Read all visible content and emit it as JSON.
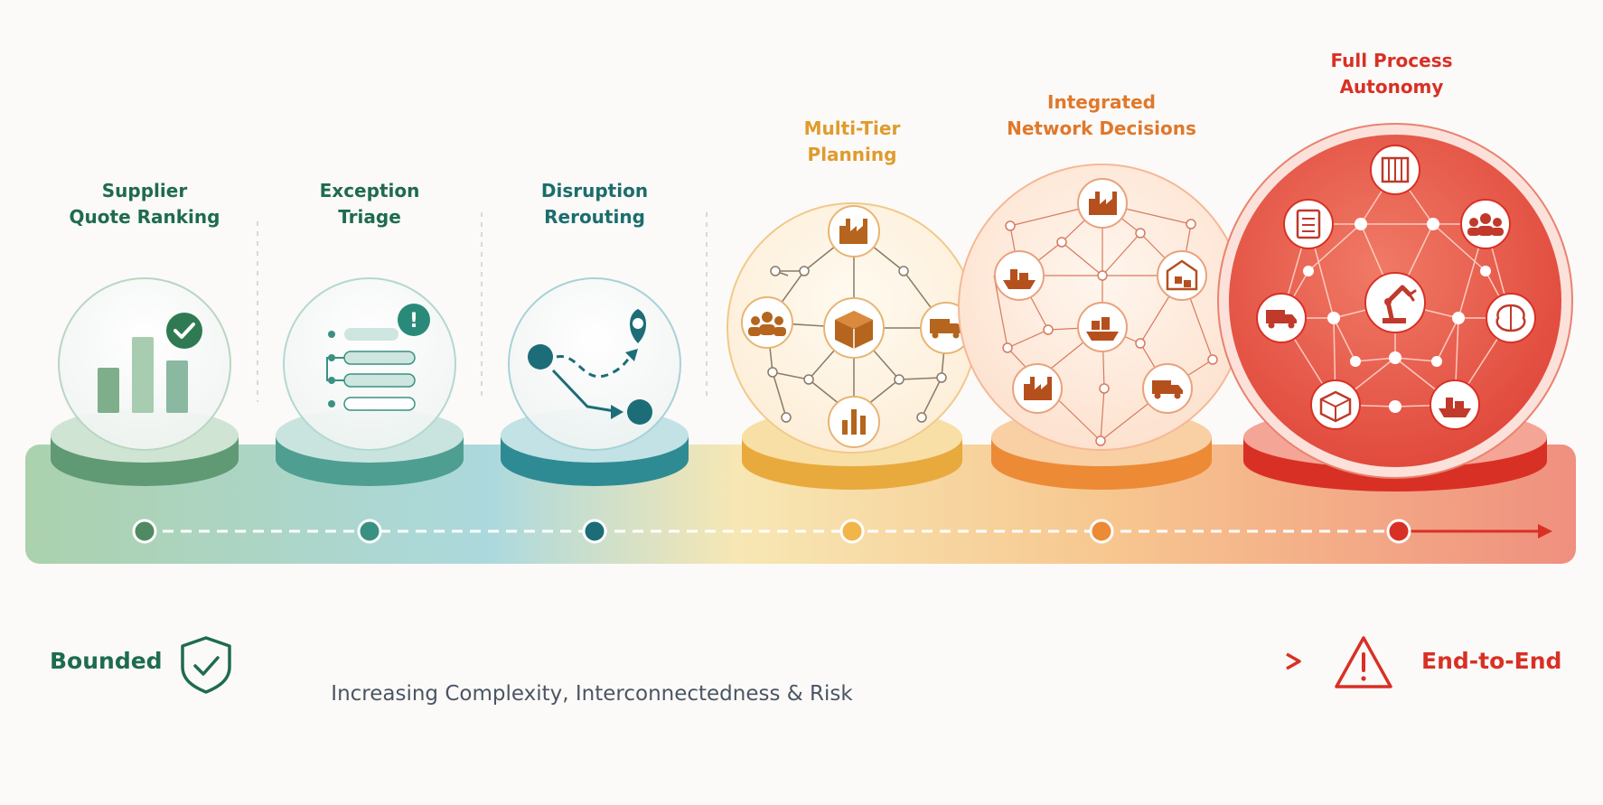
{
  "stages": [
    {
      "id": "supplier",
      "title_lines": [
        "Supplier",
        "Quote Ranking"
      ],
      "color": "#1f6b4e",
      "icon": "bar-chart-check-icon"
    },
    {
      "id": "exception",
      "title_lines": [
        "Exception",
        "Triage"
      ],
      "color": "#1f6b4e",
      "icon": "alert-list-icon"
    },
    {
      "id": "disruption",
      "title_lines": [
        "Disruption",
        "Rerouting"
      ],
      "color": "#1c6d6d",
      "icon": "reroute-path-icon"
    },
    {
      "id": "multitier",
      "title_lines": [
        "Multi-Tier",
        "Planning"
      ],
      "color": "#e09b2d",
      "icon": "network-tree-icon"
    },
    {
      "id": "integrated",
      "title_lines": [
        "Integrated",
        "Network Decisions"
      ],
      "color": "#e0782a",
      "icon": "network-mesh-icon"
    },
    {
      "id": "autonomy",
      "title_lines": [
        "Full Process",
        "Autonomy"
      ],
      "color": "#d93025",
      "icon": "global-network-icon"
    }
  ],
  "legend": {
    "left_label": "Bounded",
    "left_icon": "shield-check-icon",
    "right_label": "End-to-End",
    "right_icon": "warning-triangle-icon",
    "caption": "Increasing Complexity, Interconnectedness & Risk",
    "left_color": "#1f6b4e",
    "right_color": "#d93025"
  }
}
